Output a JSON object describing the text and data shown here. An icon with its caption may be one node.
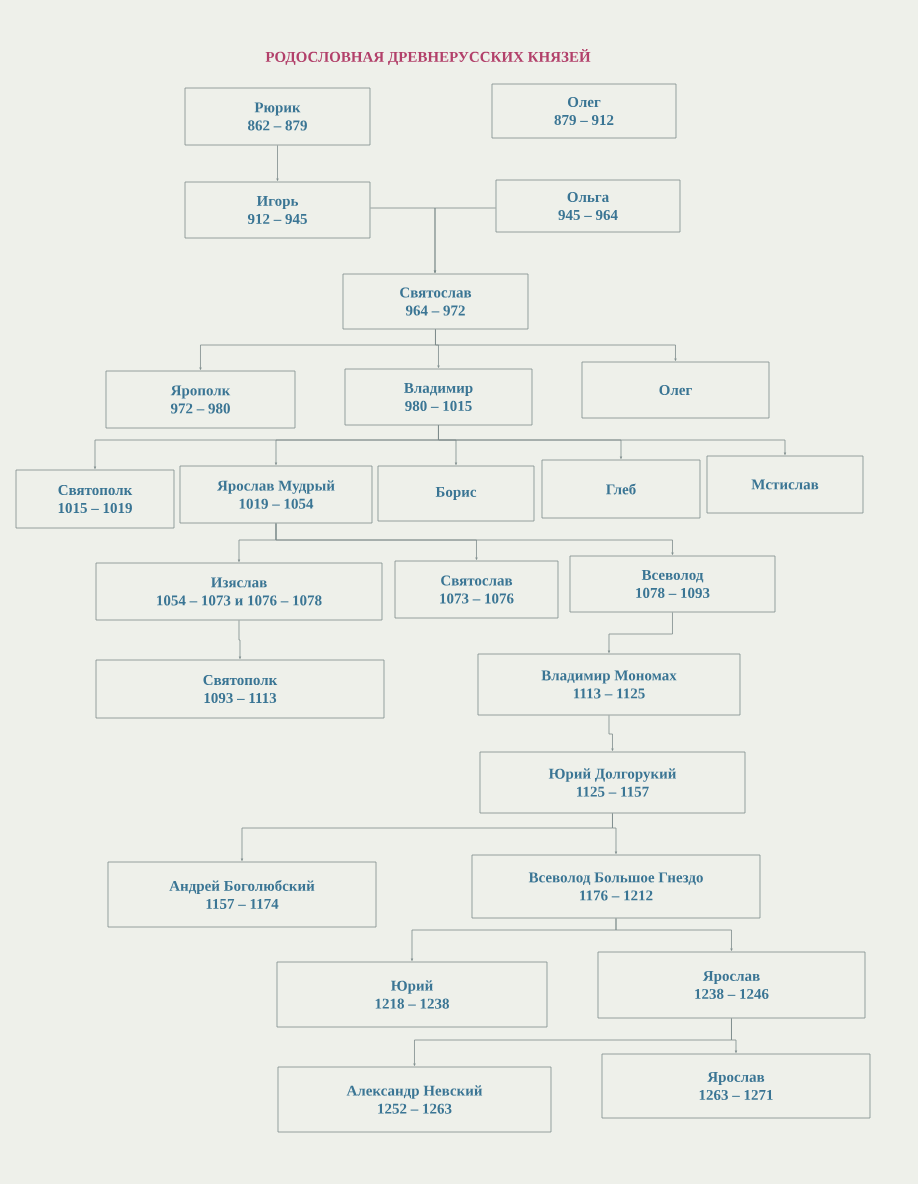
{
  "diagram": {
    "title": "РОДОСЛОВНАЯ ДРЕВНЕРУССКИХ КНЯЗЕЙ",
    "nodes": [
      {
        "text": [
          "Рюрик",
          "862 – 879"
        ]
      },
      {
        "text": [
          "Олег",
          "879 – 912"
        ]
      },
      {
        "text": [
          "Игорь",
          "912 – 945"
        ]
      },
      {
        "text": [
          "Ольга",
          "945 – 964"
        ]
      },
      {
        "text": [
          "Святослав",
          "964 – 972"
        ]
      },
      {
        "text": [
          "Ярополк",
          "972 – 980"
        ]
      },
      {
        "text": [
          "Владимир",
          "980 – 1015"
        ]
      },
      {
        "text": [
          "Олег"
        ]
      },
      {
        "text": [
          "Святополк",
          "1015 – 1019"
        ]
      },
      {
        "text": [
          "Ярослав Мудрый",
          "1019 – 1054"
        ]
      },
      {
        "text": [
          "Борис"
        ]
      },
      {
        "text": [
          "Глеб"
        ]
      },
      {
        "text": [
          "Мстислав"
        ]
      },
      {
        "text": [
          "Изяслав",
          "1054 – 1073 и 1076 – 1078"
        ]
      },
      {
        "text": [
          "Святослав",
          "1073 – 1076"
        ]
      },
      {
        "text": [
          "Всеволод",
          "1078 – 1093"
        ]
      },
      {
        "text": [
          "Святополк",
          "1093 – 1113"
        ]
      },
      {
        "text": [
          "Владимир Мономах",
          "1113 – 1125"
        ]
      },
      {
        "text": [
          "Юрий Долгорукий",
          "1125 – 1157"
        ]
      },
      {
        "text": [
          "Андрей Боголюбский",
          "1157 – 1174"
        ]
      },
      {
        "text": [
          "Всеволод Большое Гнездо",
          "1176 – 1212"
        ]
      },
      {
        "text": [
          "Юрий",
          "1218 – 1238"
        ]
      },
      {
        "text": [
          "Ярослав",
          "1238 – 1246"
        ]
      },
      {
        "text": [
          "Александр Невский",
          "1252 – 1263"
        ]
      },
      {
        "text": [
          "Ярослав",
          "1263 – 1271"
        ]
      }
    ],
    "edges": [
      {
        "from": 0,
        "to": 2,
        "arrow": "to"
      },
      {
        "from": 2,
        "to": 4,
        "arrow": "to"
      },
      {
        "from": 3,
        "to": 4,
        "arrow": "to"
      },
      {
        "from": 4,
        "to": 5,
        "arrow": "to"
      },
      {
        "from": 4,
        "to": 6,
        "arrow": "to"
      },
      {
        "from": 4,
        "to": 7,
        "arrow": "to"
      },
      {
        "from": 6,
        "to": 8,
        "arrow": "to"
      },
      {
        "from": 6,
        "to": 9,
        "arrow": "to"
      },
      {
        "from": 6,
        "to": 10,
        "arrow": "to"
      },
      {
        "from": 6,
        "to": 11,
        "arrow": "to"
      },
      {
        "from": 6,
        "to": 12,
        "arrow": "to"
      },
      {
        "from": 9,
        "to": 13,
        "arrow": "to"
      },
      {
        "from": 9,
        "to": 14,
        "arrow": "to"
      },
      {
        "from": 9,
        "to": 15,
        "arrow": "to"
      },
      {
        "from": 13,
        "to": 16,
        "arrow": "to"
      },
      {
        "from": 15,
        "to": 17,
        "arrow": "to"
      },
      {
        "from": 17,
        "to": 18,
        "arrow": "to"
      },
      {
        "from": 18,
        "to": 19,
        "arrow": "to"
      },
      {
        "from": 18,
        "to": 20,
        "arrow": "to"
      },
      {
        "from": 20,
        "to": 21,
        "arrow": "to"
      },
      {
        "from": 20,
        "to": 22,
        "arrow": "to"
      },
      {
        "from": 22,
        "to": 23,
        "arrow": "to"
      },
      {
        "from": 22,
        "to": 24,
        "arrow": "to"
      }
    ]
  }
}
